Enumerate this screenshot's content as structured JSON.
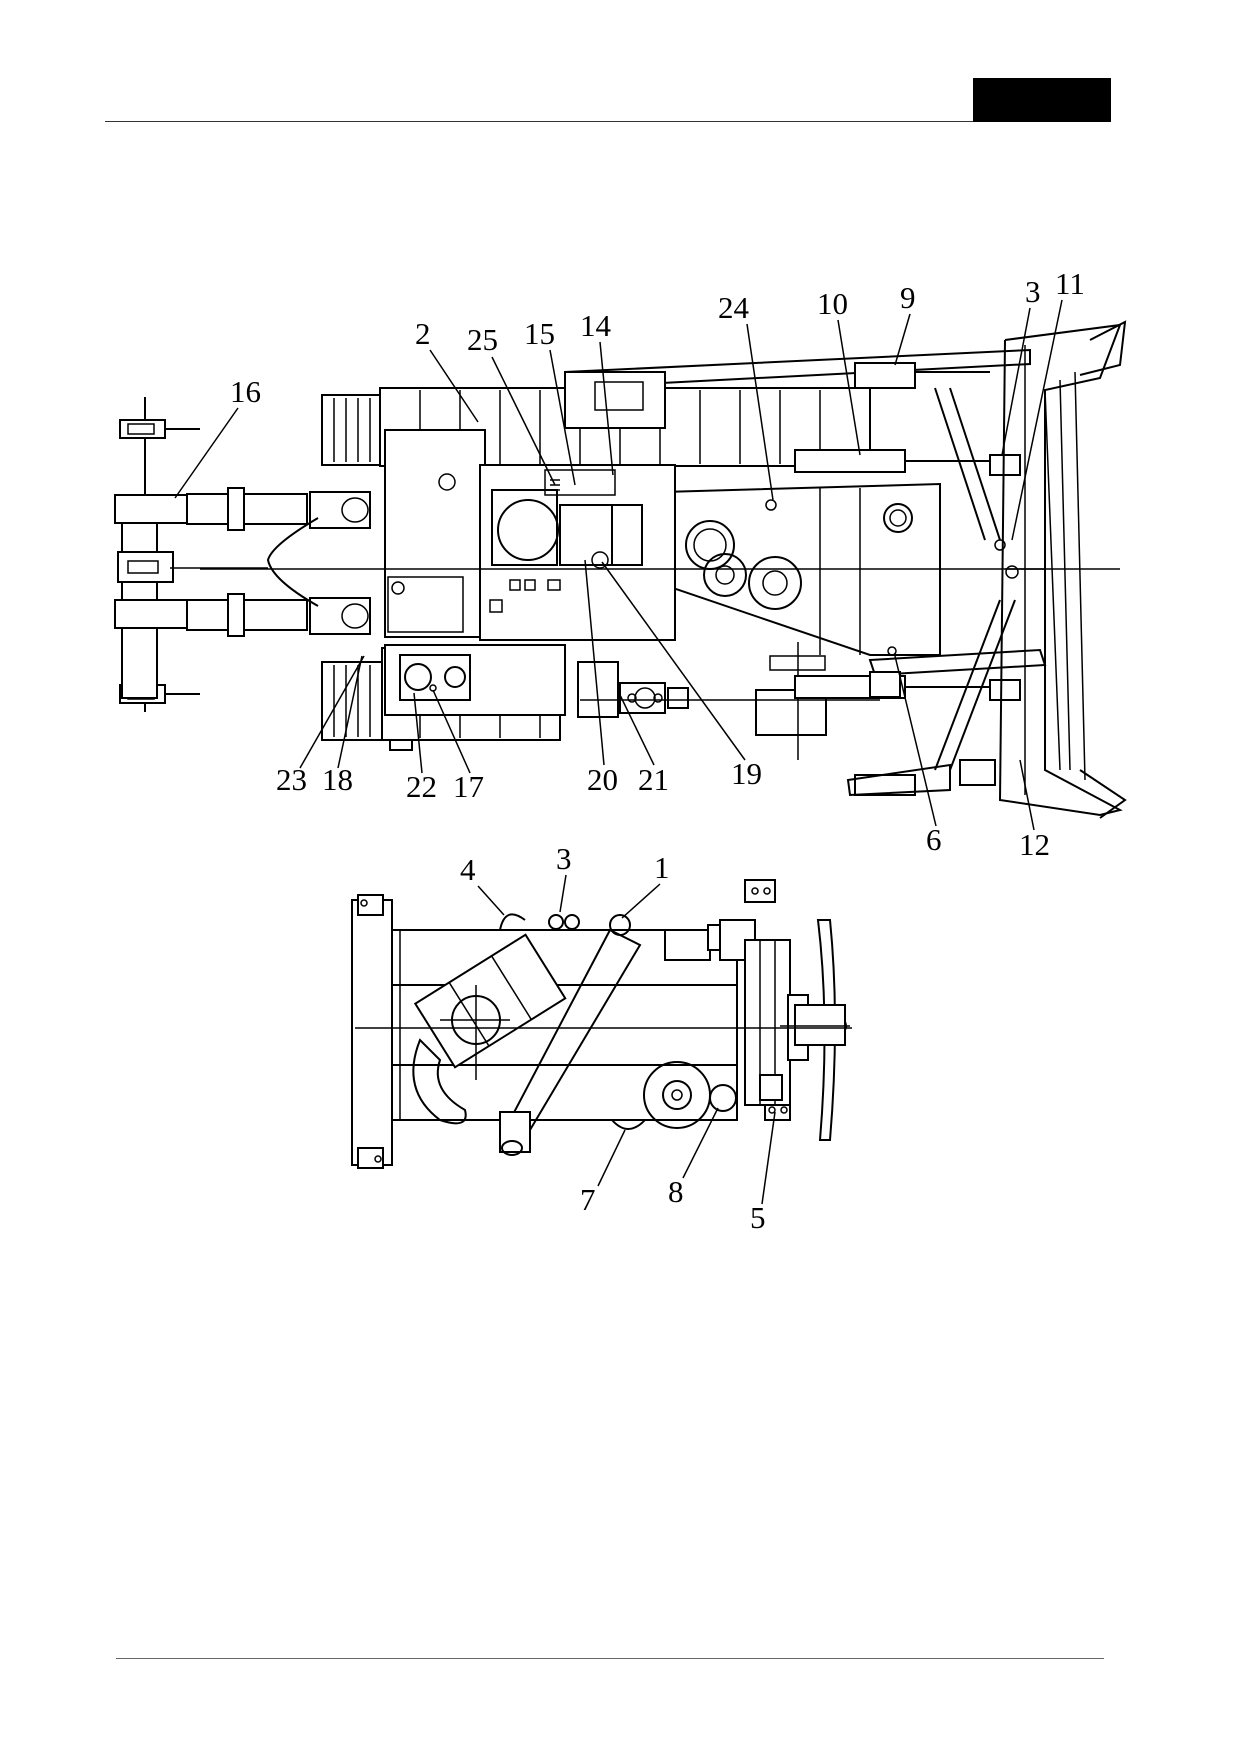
{
  "diagram_top": {
    "callouts": [
      {
        "id": "c-top-1",
        "text": "2"
      },
      {
        "id": "c-top-2",
        "text": "25"
      },
      {
        "id": "c-top-3",
        "text": "15"
      },
      {
        "id": "c-top-4",
        "text": "14"
      },
      {
        "id": "c-top-5",
        "text": "24"
      },
      {
        "id": "c-top-6",
        "text": "10"
      },
      {
        "id": "c-top-7",
        "text": "9"
      },
      {
        "id": "c-top-8",
        "text": "3"
      },
      {
        "id": "c-top-9",
        "text": "11"
      },
      {
        "id": "c-top-10",
        "text": "16"
      },
      {
        "id": "c-top-11",
        "text": "23"
      },
      {
        "id": "c-top-12",
        "text": "18"
      },
      {
        "id": "c-top-13",
        "text": "22"
      },
      {
        "id": "c-top-14",
        "text": "17"
      },
      {
        "id": "c-top-15",
        "text": "20"
      },
      {
        "id": "c-top-16",
        "text": "21"
      },
      {
        "id": "c-top-17",
        "text": "19"
      },
      {
        "id": "c-top-18",
        "text": "6"
      },
      {
        "id": "c-top-19",
        "text": "12"
      }
    ]
  },
  "diagram_bottom": {
    "callouts": [
      {
        "id": "c-bot-1",
        "text": "4"
      },
      {
        "id": "c-bot-2",
        "text": "3"
      },
      {
        "id": "c-bot-3",
        "text": "1"
      },
      {
        "id": "c-bot-4",
        "text": "7"
      },
      {
        "id": "c-bot-5",
        "text": "8"
      },
      {
        "id": "c-bot-6",
        "text": "5"
      }
    ]
  }
}
